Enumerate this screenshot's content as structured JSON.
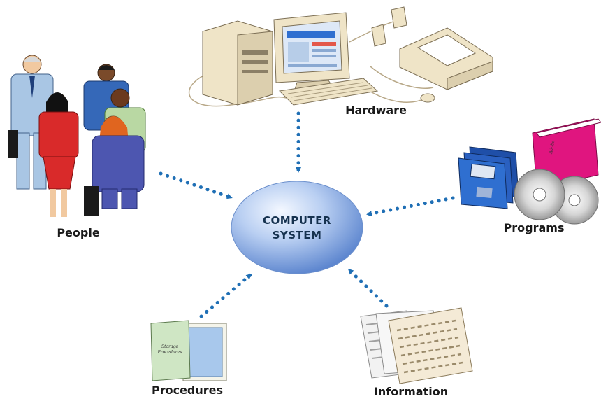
{
  "center": {
    "line1": "COMPUTER",
    "line2": "SYSTEM"
  },
  "nodes": {
    "hardware": "Hardware",
    "people": "People",
    "programs": "Programs",
    "procedures": "Procedures",
    "information": "Information"
  },
  "folder_text": {
    "line1": "Storage",
    "line2": "Procedures"
  },
  "colors": {
    "arrow": "#1f6fb5",
    "sphere": "#9cbce8",
    "magenta": "#e0157f",
    "disk_blue": "#2f6fd0"
  }
}
